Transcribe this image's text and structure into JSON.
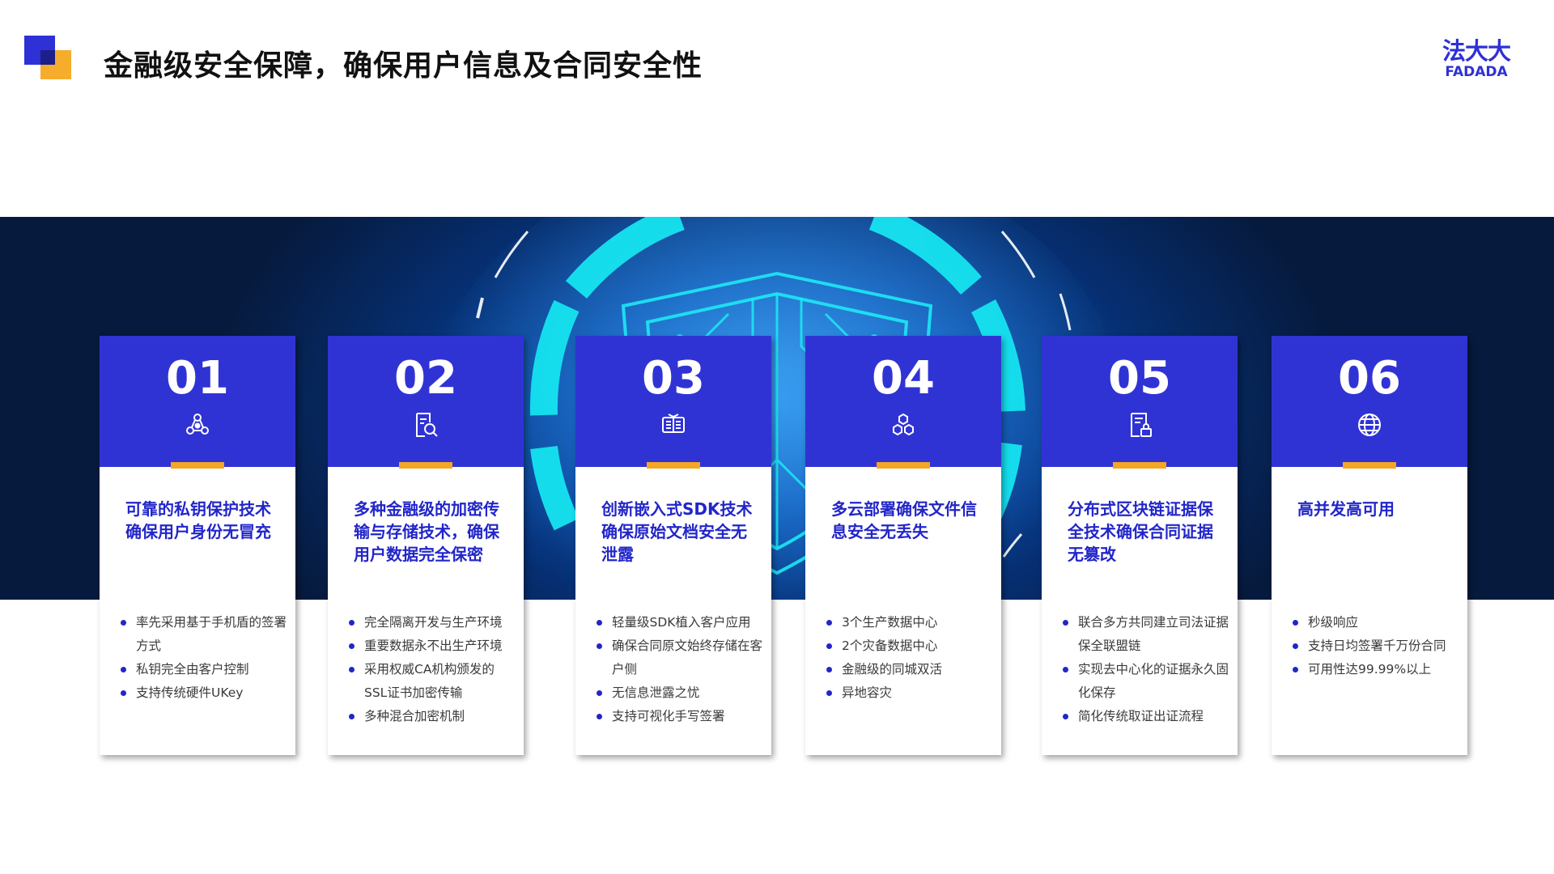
{
  "header": {
    "title": "金融级安全保障，确保用户信息及合同安全性"
  },
  "logo": {
    "cn": "法大大",
    "en": "FADADA"
  },
  "colors": {
    "primary_blue": "#3033d4",
    "accent_yellow": "#f5a623",
    "heading_blue": "#2226c9",
    "cyan": "#16e4f0"
  },
  "cards": [
    {
      "number": "01",
      "icon": "network-nodes-icon",
      "heading": "可靠的私钥保护技术确保用户身份无冒充",
      "bullets": [
        "率先采用基于手机盾的签署方式",
        "私钥完全由客户控制",
        "支持传统硬件UKey"
      ]
    },
    {
      "number": "02",
      "icon": "document-search-icon",
      "heading": "多种金融级的加密传输与存储技术，确保用户数据完全保密",
      "bullets": [
        "完全隔离开发与生产环境",
        "重要数据永不出生产环境",
        "采用权威CA机构颁发的SSL证书加密传输",
        "多种混合加密机制"
      ]
    },
    {
      "number": "03",
      "icon": "sdk-embed-icon",
      "heading": "创新嵌入式SDK技术确保原始文档安全无泄露",
      "bullets": [
        "轻量级SDK植入客户应用",
        "确保合同原文始终存储在客户侧",
        "无信息泄露之忧",
        "支持可视化手写签署"
      ]
    },
    {
      "number": "04",
      "icon": "hexagon-cluster-icon",
      "heading": "多云部署确保文件信息安全无丢失",
      "bullets": [
        "3个生产数据中心",
        "2个灾备数据中心",
        "金融级的同城双活",
        "异地容灾"
      ]
    },
    {
      "number": "05",
      "icon": "document-lock-icon",
      "heading": "分布式区块链证据保全技术确保合同证据无篡改",
      "bullets": [
        "联合多方共同建立司法证据保全联盟链",
        "实现去中心化的证据永久固化保存",
        "简化传统取证出证流程"
      ]
    },
    {
      "number": "06",
      "icon": "globe-icon",
      "heading": "高并发高可用",
      "bullets": [
        "秒级响应",
        "支持日均签署千万份合同",
        "可用性达99.99%以上"
      ]
    }
  ]
}
